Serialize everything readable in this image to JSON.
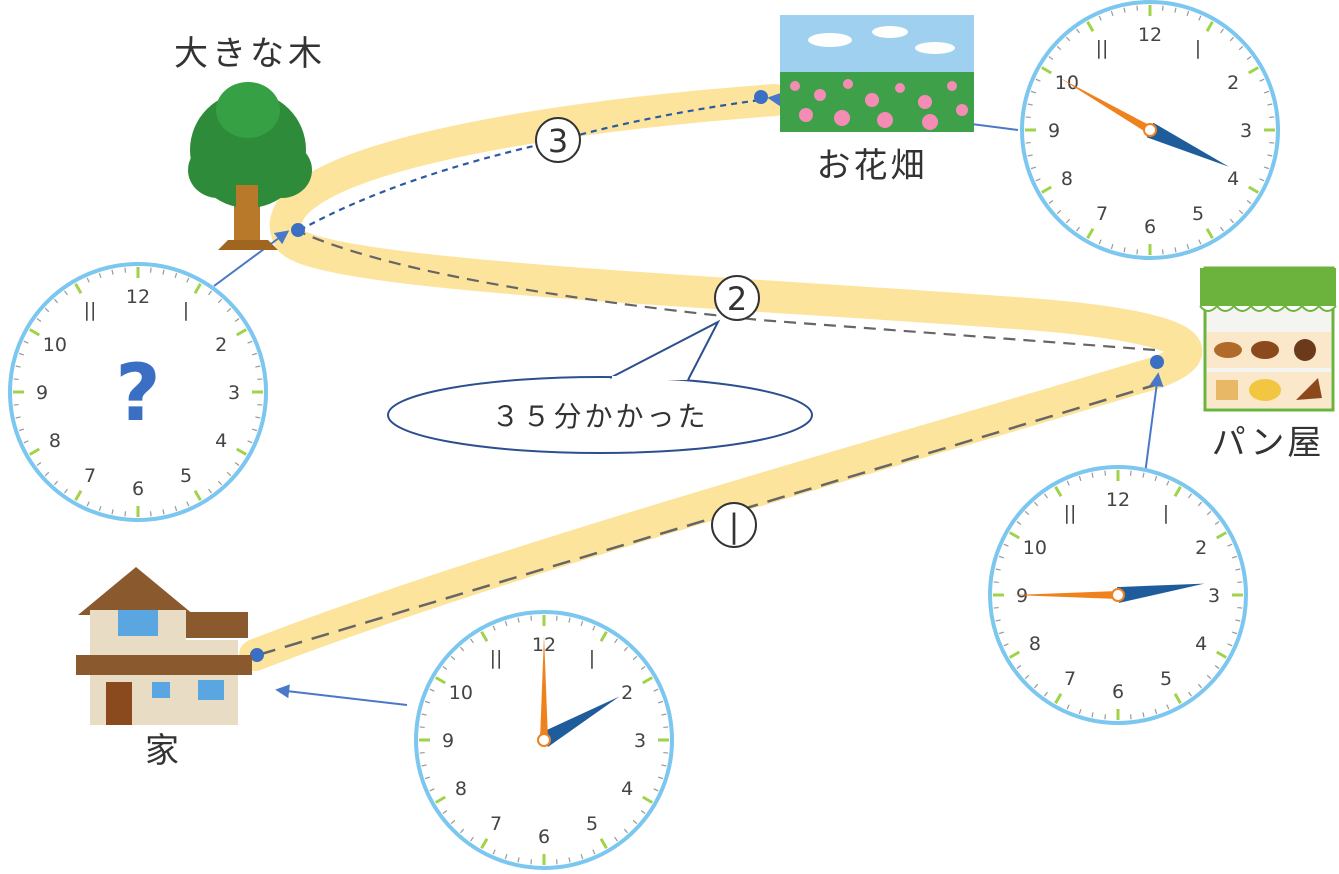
{
  "places": {
    "tree": "大きな木",
    "field": "お花畑",
    "bakery": "パン屋",
    "home": "家"
  },
  "steps": [
    "|",
    "2",
    "3"
  ],
  "callout": "３５分かかった",
  "unknown_mark": "?",
  "clock_numerals": [
    "12",
    "|",
    "2",
    "3",
    "4",
    "5",
    "6",
    "7",
    "8",
    "9",
    "10",
    "||"
  ],
  "clocks": [
    {
      "id": "home",
      "hour": 2,
      "minute": 0
    },
    {
      "id": "bakery",
      "hour": 2,
      "minute": 45
    },
    {
      "id": "field",
      "hour": 3,
      "minute": 50
    },
    {
      "id": "tree",
      "unknown": true
    }
  ],
  "colors": {
    "road": "#fde49c",
    "clock_ring": "#7cc7ef",
    "minute_hand": "#f0821e",
    "hour_hand": "#1e5c9c",
    "arrow": "#4a78c8",
    "tick_major": "#9fd34a"
  }
}
